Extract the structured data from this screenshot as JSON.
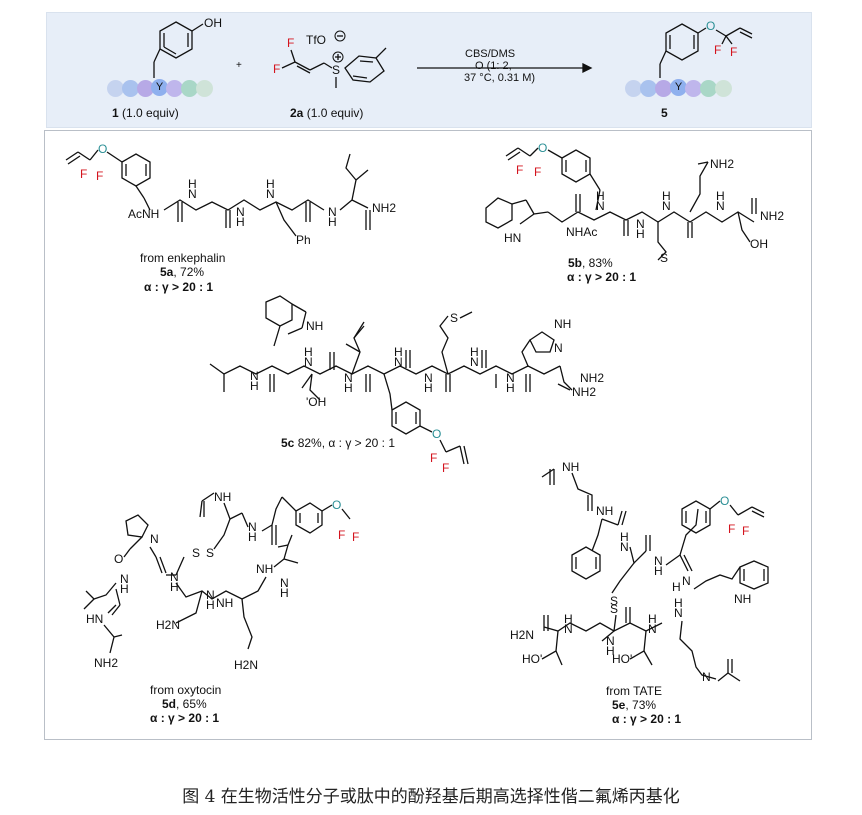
{
  "scheme": {
    "reactant1": {
      "id": "1",
      "equiv": " (1.0 equiv)",
      "oh": "OH",
      "y": "Y"
    },
    "plus": "+",
    "reactant2": {
      "id": "2a",
      "equiv": " (1.0 equiv)",
      "counterion": "TfO",
      "charge": "⊖",
      "s_charge": "⊕",
      "s": "S",
      "f1": "F",
      "f2": "F"
    },
    "conditions": {
      "line1": "CBS/DMS",
      "line2": "O (1: 2,",
      "line3": "37 °C, 0.31 M)"
    },
    "product": {
      "id": "5",
      "o": "O",
      "f1": "F",
      "f2": "F",
      "y": "Y"
    },
    "bead_colors": [
      "#c5d3ef",
      "#a9c2ee",
      "#b7a9e6",
      "#8fb0ee",
      "#bfb6ec",
      "#a9d7c7",
      "#cfe3d8"
    ]
  },
  "compounds": [
    {
      "id": "5a",
      "source": "from enkephalin",
      "yield": ", 72%",
      "selectivity": "α : γ > 20 : 1"
    },
    {
      "id": "5b",
      "source": "",
      "yield": ", 83%",
      "selectivity": "α : γ > 20 : 1"
    },
    {
      "id": "5c",
      "source": "",
      "yield": " 82%, α : γ > 20 : 1",
      "selectivity": ""
    },
    {
      "id": "5d",
      "source": "from oxytocin",
      "yield": ",  65%",
      "selectivity": "α : γ > 20 : 1"
    },
    {
      "id": "5e",
      "source": "from TATE",
      "yield": ", 73%",
      "selectivity": "α : γ > 20 : 1"
    }
  ],
  "atom_labels": {
    "acnh": "AcNH",
    "nhac": "NHAc",
    "nh2": "NH2",
    "nh": "NH",
    "hn": "HN",
    "h2n": "H2N",
    "n": "N",
    "h": "H",
    "o": "O",
    "ph": "Ph",
    "oh": "OH",
    "ho": "HO",
    "s": "S",
    "f": "F",
    "ohrev": "'OH",
    "hoprime": "HO'"
  },
  "figure_caption": "图 4  在生物活性分子或肽中的酚羟基后期高选择性偕二氟烯丙基化"
}
